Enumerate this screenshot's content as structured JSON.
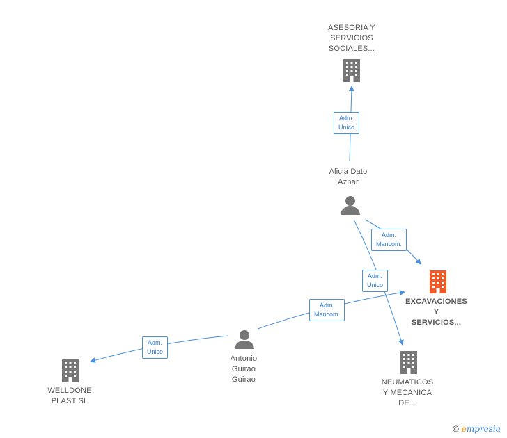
{
  "nodes": {
    "asesoria": {
      "line1": "ASESORIA Y",
      "line2": "SERVICIOS",
      "line3": "SOCIALES..."
    },
    "alicia": {
      "line1": "Alicia Dato",
      "line2": "Aznar"
    },
    "excavaciones": {
      "line1": "EXCAVACIONES",
      "line2": "Y",
      "line3": "SERVICIOS..."
    },
    "neumaticos": {
      "line1": "NEUMATICOS",
      "line2": "Y MECANICA",
      "line3": "DE..."
    },
    "antonio": {
      "line1": "Antonio",
      "line2": "Guirao",
      "line3": "Guirao"
    },
    "welldone": {
      "line1": "WELLDONE",
      "line2": "PLAST SL"
    }
  },
  "edges": {
    "e1": {
      "line1": "Adm.",
      "line2": "Unico"
    },
    "e2": {
      "line1": "Adm.",
      "line2": "Mancom."
    },
    "e3": {
      "line1": "Adm.",
      "line2": "Unico"
    },
    "e4": {
      "line1": "Adm.",
      "line2": "Mancom."
    },
    "e5": {
      "line1": "Adm.",
      "line2": "Unico"
    }
  },
  "footer": {
    "copyright": "©",
    "brand_first": "e",
    "brand_rest": "mpresia"
  },
  "colors": {
    "edge": "#4a90d9",
    "building": "#777777",
    "building_main": "#f05a28",
    "person": "#777777"
  }
}
